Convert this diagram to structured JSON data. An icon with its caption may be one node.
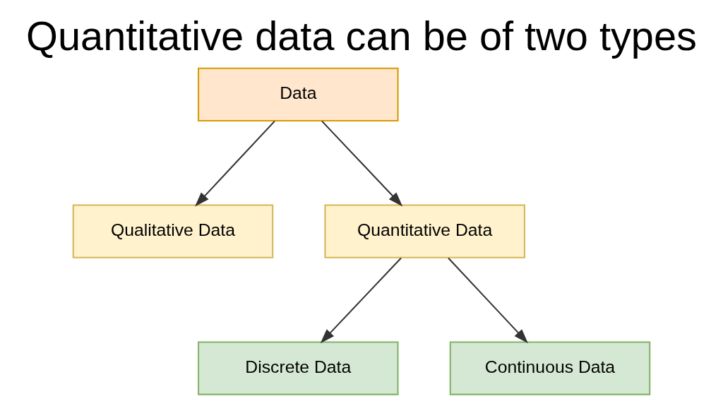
{
  "diagram": {
    "title": "Quantitative data can be of two types",
    "nodes": [
      {
        "text": [
          "Data"
        ]
      },
      {
        "text": [
          "Qualitative Data"
        ]
      },
      {
        "text": [
          "Quantitative Data"
        ]
      },
      {
        "text": [
          "Discrete Data"
        ]
      },
      {
        "text": [
          "Continuous Data"
        ]
      }
    ],
    "edges": [
      {
        "from": 0,
        "to": 1,
        "arrow": "to"
      },
      {
        "from": 0,
        "to": 2,
        "arrow": "to"
      },
      {
        "from": 2,
        "to": 3,
        "arrow": "to"
      },
      {
        "from": 2,
        "to": 4,
        "arrow": "to"
      }
    ]
  }
}
